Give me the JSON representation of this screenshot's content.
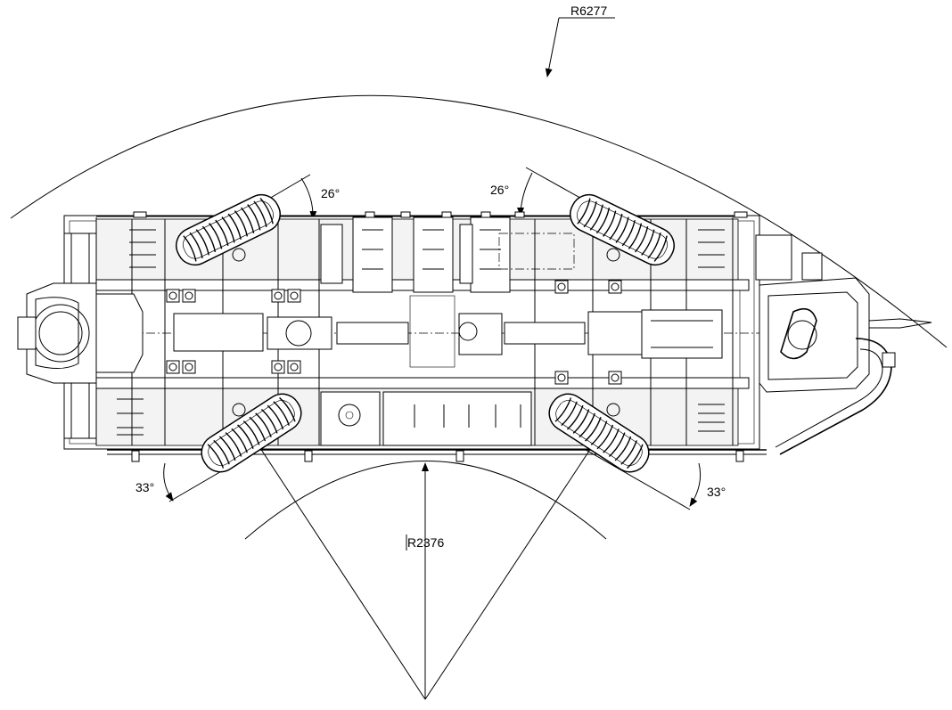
{
  "dimensions": {
    "outer_radius": "R6277",
    "inner_radius": "R2376",
    "front_left_angle": "26°",
    "front_right_angle": "26°",
    "rear_left_angle": "33°",
    "rear_right_angle": "33°"
  },
  "colors": {
    "line": "#000000",
    "background": "#ffffff"
  }
}
